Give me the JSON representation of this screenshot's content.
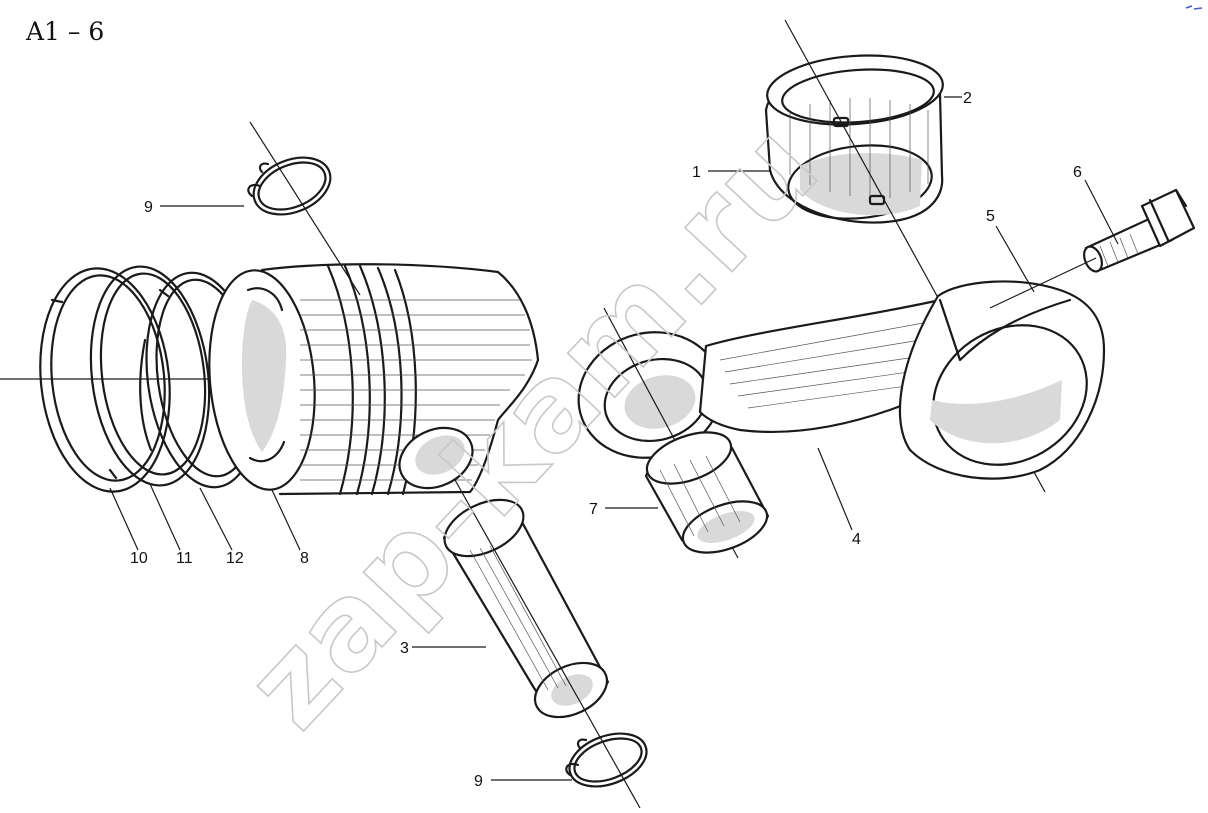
{
  "diagram": {
    "title": "A1 – 6",
    "watermark": "zap-kam.ru",
    "callouts": [
      {
        "id": "callout-1",
        "label": "1"
      },
      {
        "id": "callout-2",
        "label": "2"
      },
      {
        "id": "callout-3",
        "label": "3"
      },
      {
        "id": "callout-4",
        "label": "4"
      },
      {
        "id": "callout-5",
        "label": "5"
      },
      {
        "id": "callout-6",
        "label": "6"
      },
      {
        "id": "callout-7",
        "label": "7"
      },
      {
        "id": "callout-8",
        "label": "8"
      },
      {
        "id": "callout-9-top",
        "label": "9"
      },
      {
        "id": "callout-9-bottom",
        "label": "9"
      },
      {
        "id": "callout-10",
        "label": "10"
      },
      {
        "id": "callout-11",
        "label": "11"
      },
      {
        "id": "callout-12",
        "label": "12"
      }
    ]
  }
}
